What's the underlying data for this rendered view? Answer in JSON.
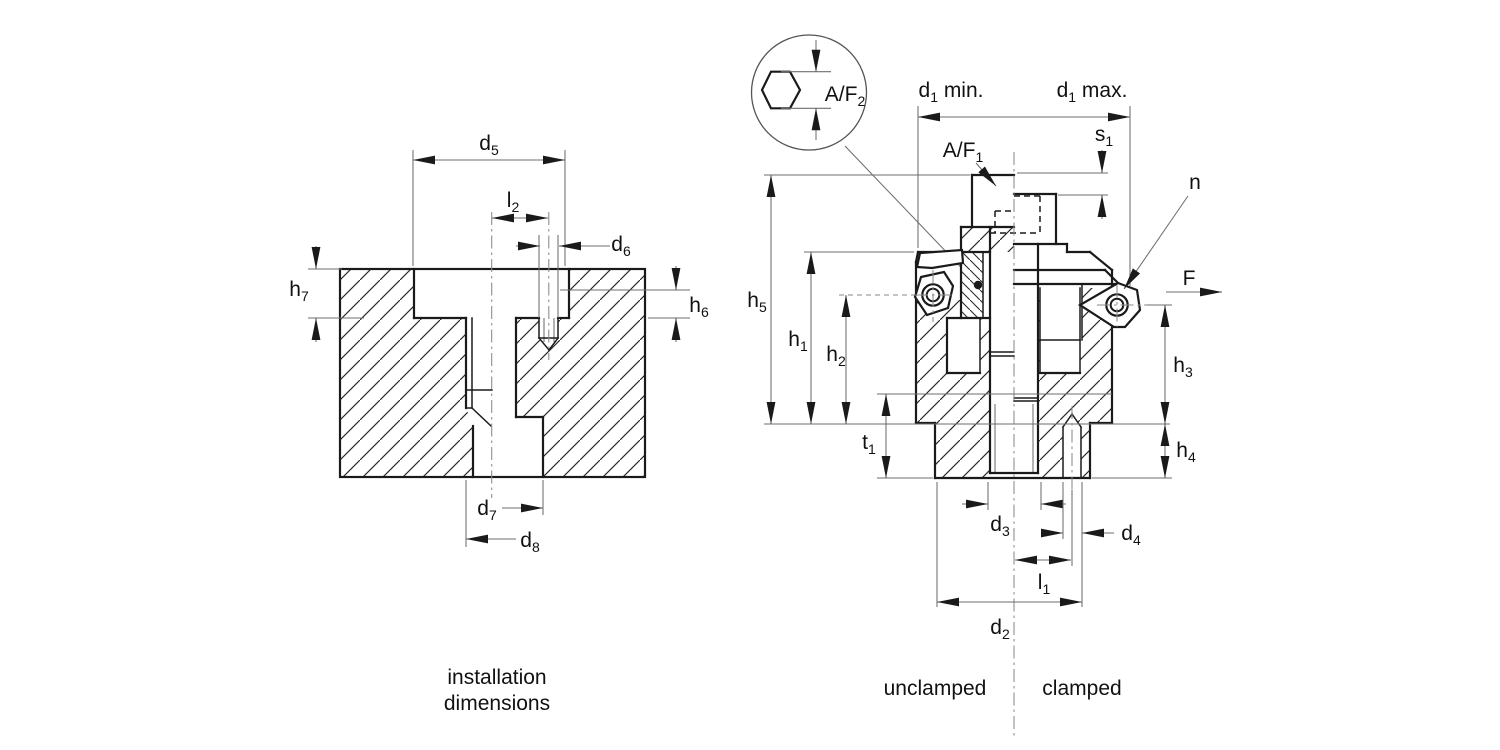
{
  "colors": {
    "line": "#1a1a1a",
    "dim_line": "#6e6e6e",
    "background": "#ffffff"
  },
  "left_figure": {
    "caption": {
      "line1": "installation",
      "line2": "dimensions"
    },
    "labels": {
      "d5": {
        "main": "d",
        "sub": "5"
      },
      "l2": {
        "main": "l",
        "sub": "2"
      },
      "d6": {
        "main": "d",
        "sub": "6"
      },
      "h7": {
        "main": "h",
        "sub": "7"
      },
      "h6": {
        "main": "h",
        "sub": "6"
      },
      "d7": {
        "main": "d",
        "sub": "7"
      },
      "d8": {
        "main": "d",
        "sub": "8"
      }
    }
  },
  "right_figure": {
    "state_labels": {
      "left": "unclamped",
      "right": "clamped"
    },
    "labels": {
      "d1min": {
        "main": "d",
        "sub": "1",
        "suffix": " min."
      },
      "d1max": {
        "main": "d",
        "sub": "1",
        "suffix": " max."
      },
      "s1": {
        "main": "s",
        "sub": "1"
      },
      "af1": {
        "main": "A/F",
        "sub": "1"
      },
      "af2": {
        "main": "A/F",
        "sub": "2"
      },
      "n": {
        "main": "n"
      },
      "F": {
        "main": "F"
      },
      "h5": {
        "main": "h",
        "sub": "5"
      },
      "h1": {
        "main": "h",
        "sub": "1"
      },
      "h2": {
        "main": "h",
        "sub": "2"
      },
      "h3": {
        "main": "h",
        "sub": "3"
      },
      "h4": {
        "main": "h",
        "sub": "4"
      },
      "t1": {
        "main": "t",
        "sub": "1"
      },
      "d3": {
        "main": "d",
        "sub": "3"
      },
      "d4": {
        "main": "d",
        "sub": "4"
      },
      "l1": {
        "main": "l",
        "sub": "1"
      },
      "d2": {
        "main": "d",
        "sub": "2"
      }
    }
  }
}
